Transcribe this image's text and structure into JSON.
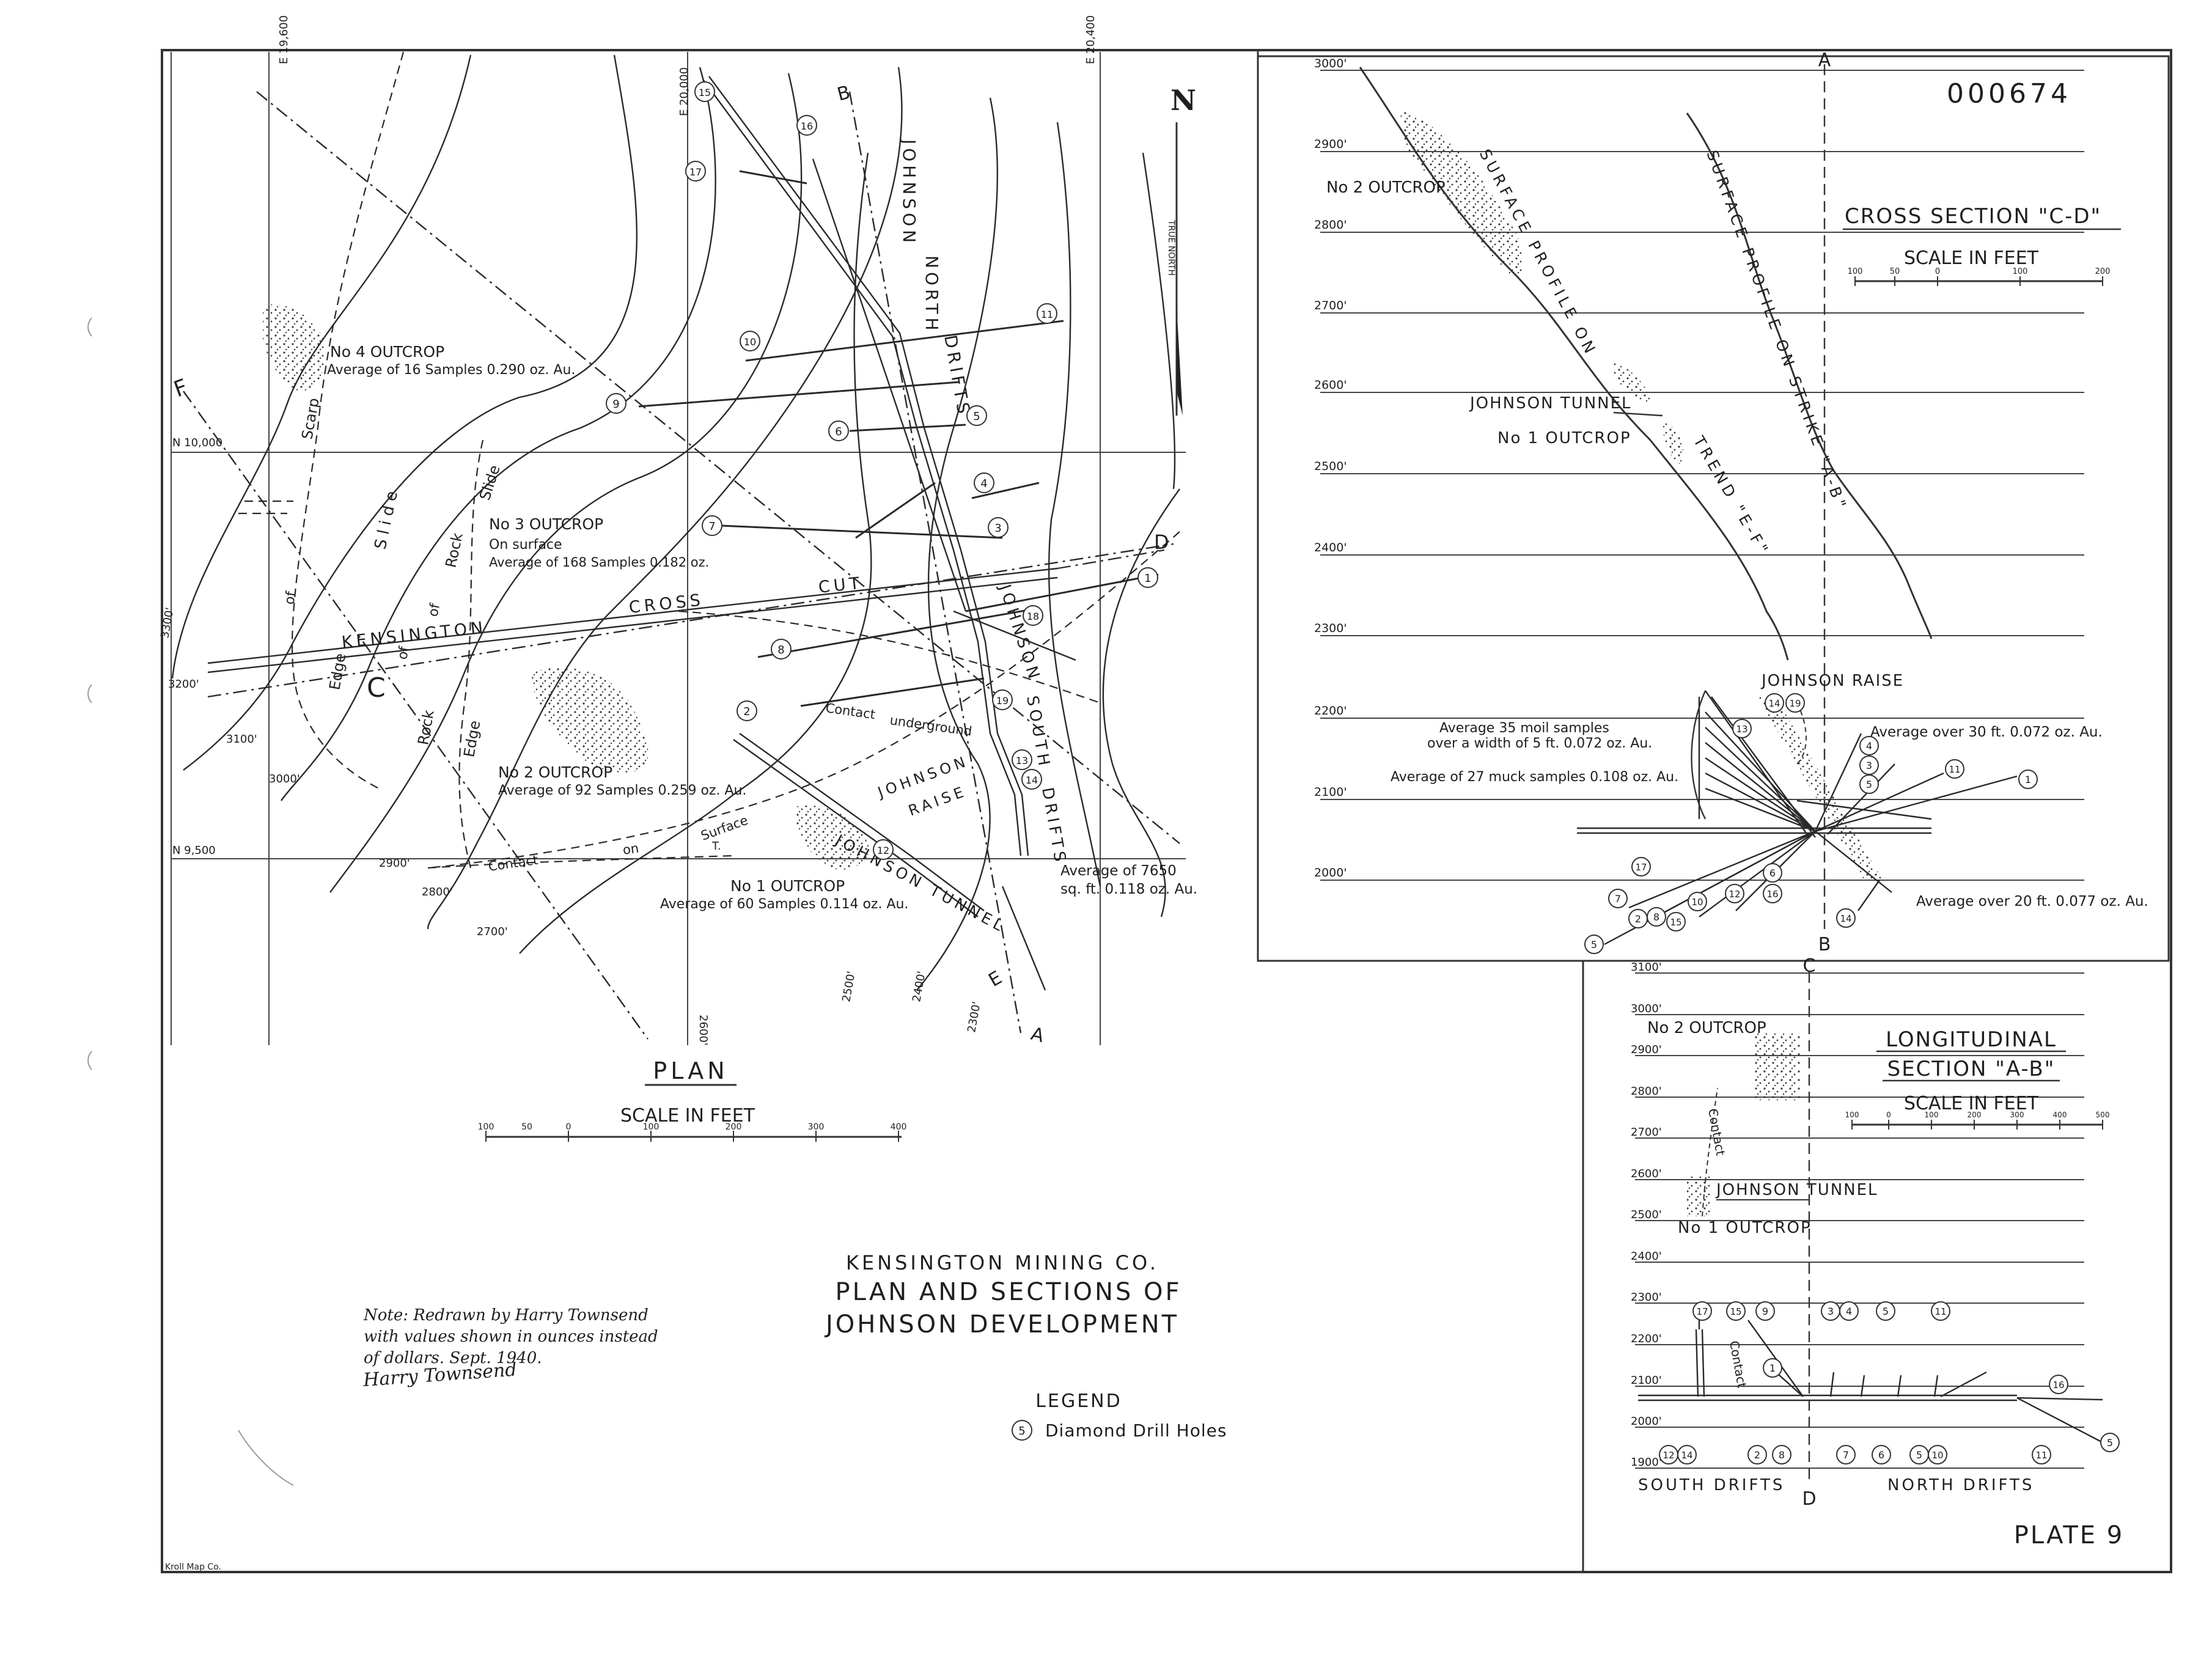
{
  "sheet_number": "000674",
  "plate": "PLATE 9",
  "title": {
    "company": "KENSINGTON MINING CO.",
    "line1": "PLAN AND SECTIONS OF",
    "line2": "JOHNSON DEVELOPMENT"
  },
  "legend": {
    "heading": "LEGEND",
    "symbol": "5",
    "item": "Diamond Drill Holes"
  },
  "note": {
    "line1": "Note:  Redrawn by Harry Townsend",
    "line2": "with values shown in ounces instead",
    "line3": "of dollars.  Sept. 1940.",
    "signature": "Harry Townsend"
  },
  "credit": "Kroll Map Co.",
  "plan": {
    "title": "PLAN",
    "scale_label": "SCALE  IN FEET",
    "scale_ticks": [
      "100",
      "50",
      "0",
      "100",
      "200",
      "300",
      "400"
    ],
    "north": "N",
    "true_north": "TRUE NORTH",
    "grid": {
      "e19600": "E 19,600",
      "e20000": "E 20,000",
      "e20400": "E 20,400",
      "n10000": "N 10,000",
      "n9500": "N 9,500"
    },
    "labels": {
      "johnson": "JOHNSON",
      "north": "NORTH",
      "drifts": "DRIFTS",
      "johnson_south": "JOHNSON",
      "south": "SOUTH",
      "south_drifts": "DRIFTS",
      "outcrop4": "No 4 OUTCROP",
      "outcrop4_avg": "Average of 16 Samples 0.290 oz. Au.",
      "outcrop3": "No 3 OUTCROP",
      "outcrop3_surface": "On surface",
      "outcrop3_avg": "Average of 168 Samples 0.182 oz.",
      "kensington": "KENSINGTON",
      "cross": "CROSS",
      "cut": "CUT",
      "outcrop2": "No 2 OUTCROP",
      "outcrop2_avg": "Average of 92 Samples 0.259 oz. Au.",
      "outcrop1": "No 1 OUTCROP",
      "outcrop1_avg": "Average of 60 Samples 0.114 oz. Au.",
      "johnson_tunnel": "JOHNSON TUNNEL",
      "johnson_raise1": "JOHNSON",
      "johnson_raise2": "RAISE",
      "contact_underground1": "Contact",
      "contact_underground2": "underground",
      "contact_surface1": "Contact",
      "contact_surface2": "on",
      "contact_surface3": "Surface",
      "triangulation": "T.",
      "avg7650a": "Average of 7650",
      "avg7650b": "sq. ft.  0.118 oz. Au.",
      "edge_of_scarp1": "Edge",
      "edge_of_scarp2": "of",
      "edge_of_scarp3": "Scarp",
      "slide": "S l i d e",
      "rock_slide1": "Rock",
      "rock_slide2": "Slide",
      "rock_of1": "of",
      "edge_rock1": "Edge",
      "edge_rock2": "of",
      "edge_rock3": "Rock",
      "c_letter": "C",
      "f_letter": "F",
      "d_letter": "D",
      "b_letter": "B",
      "a_letter": "A",
      "e_letter": "E"
    },
    "contours": [
      "3300'",
      "3200'",
      "3100'",
      "3000'",
      "2900'",
      "2800'",
      "2700'",
      "2600'",
      "2500'",
      "2400'",
      "2300'"
    ],
    "drill_holes": [
      "1",
      "2",
      "3",
      "4",
      "5",
      "6",
      "7",
      "8",
      "9",
      "10",
      "11",
      "12",
      "13",
      "14",
      "15",
      "16",
      "17",
      "18",
      "19"
    ]
  },
  "cross_section": {
    "title": "CROSS SECTION \"C-D\"",
    "scale_label": "SCALE  IN FEET",
    "scale_ticks": [
      "100",
      "50",
      "0",
      "100",
      "200"
    ],
    "letters": {
      "top": "A",
      "bottom": "B"
    },
    "elevations": [
      "3000'",
      "2900'",
      "2800'",
      "2700'",
      "2600'",
      "2500'",
      "2400'",
      "2300'",
      "2200'",
      "2100'",
      "2000'"
    ],
    "labels": {
      "outcrop2": "No 2 OUTCROP",
      "surface_profile": "SURFACE   PROFILE   ON",
      "trend": "TREND   \"E-F\"",
      "surface_strike": "SURFACE   PROFILE   ON   STRIKE   \"A-B\"",
      "johnson_tunnel": "JOHNSON TUNNEL",
      "outcrop1": "No 1 OUTCROP",
      "johnson_raise": "JOHNSON RAISE",
      "moil1": "Average 35 moil samples",
      "moil2": "over a width of 5 ft. 0.072 oz. Au.",
      "muck": "Average of 27 muck samples 0.108 oz. Au.",
      "avg30": "Average over 30 ft.  0.072 oz. Au.",
      "avg20": "Average over 20 ft. 0.077 oz. Au."
    }
  },
  "longitudinal": {
    "title1": "LONGITUDINAL",
    "title2": "SECTION \"A-B\"",
    "scale_label": "SCALE  IN FEET",
    "scale_ticks": [
      "100",
      "0",
      "100",
      "200",
      "300",
      "400",
      "500"
    ],
    "letters": {
      "top": "C",
      "bottom": "D"
    },
    "elevations": [
      "3100'",
      "3000'",
      "2900'",
      "2800'",
      "2700'",
      "2600'",
      "2500'",
      "2400'",
      "2300'",
      "2200'",
      "2100'",
      "2000'",
      "1900'"
    ],
    "labels": {
      "outcrop2": "No 2 OUTCROP",
      "contact": "Contact",
      "contact2": "Contact",
      "johnson_tunnel": "JOHNSON TUNNEL",
      "outcrop1": "No 1 OUTCROP",
      "south_drifts": "SOUTH  DRIFTS",
      "north_drifts": "NORTH  DRIFTS"
    },
    "top_holes": [
      "17",
      "15",
      "9",
      "3",
      "4",
      "5",
      "11"
    ],
    "bottom_holes": [
      "12",
      "14",
      "2",
      "8",
      "7",
      "6",
      "5",
      "10",
      "11"
    ],
    "side_holes": [
      "1",
      "16",
      "5"
    ]
  }
}
